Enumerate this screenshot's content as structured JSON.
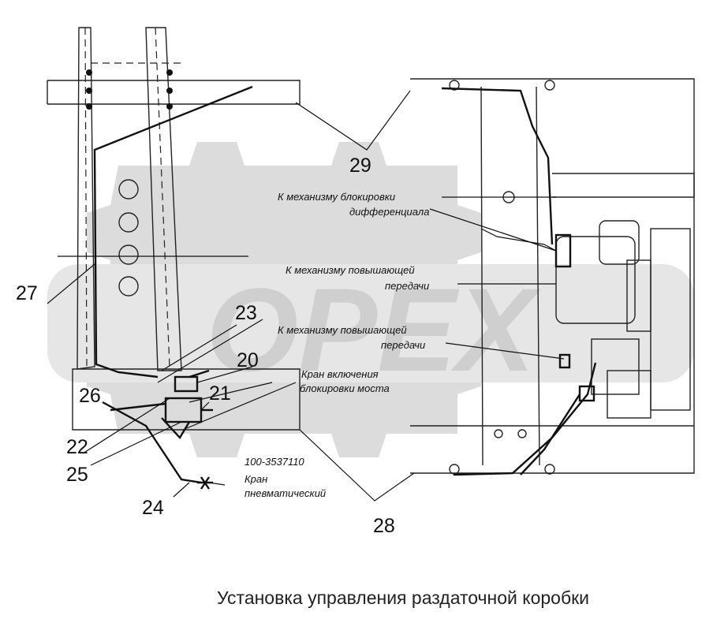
{
  "caption": "Установка управления раздаточной коробки",
  "callouts": {
    "c20": "20",
    "c21": "21",
    "c22": "22",
    "c23": "23",
    "c24": "24",
    "c25": "25",
    "c26": "26",
    "c27": "27",
    "c28": "28",
    "c29": "29"
  },
  "notes": {
    "diff_lock_1": "К механизму блокировки",
    "diff_lock_2": "дифференциала",
    "upshift_a_1": "К механизму повышающей",
    "upshift_a_2": "передачи",
    "upshift_b_1": "К механизму повышающей",
    "upshift_b_2": "передачи",
    "axle_lock_1": "Кран включения",
    "axle_lock_2": "блокировки моста",
    "part_number": "100-3537110",
    "valve_1": "Кран",
    "valve_2": "пневматический"
  },
  "watermark_text": "OPEX"
}
